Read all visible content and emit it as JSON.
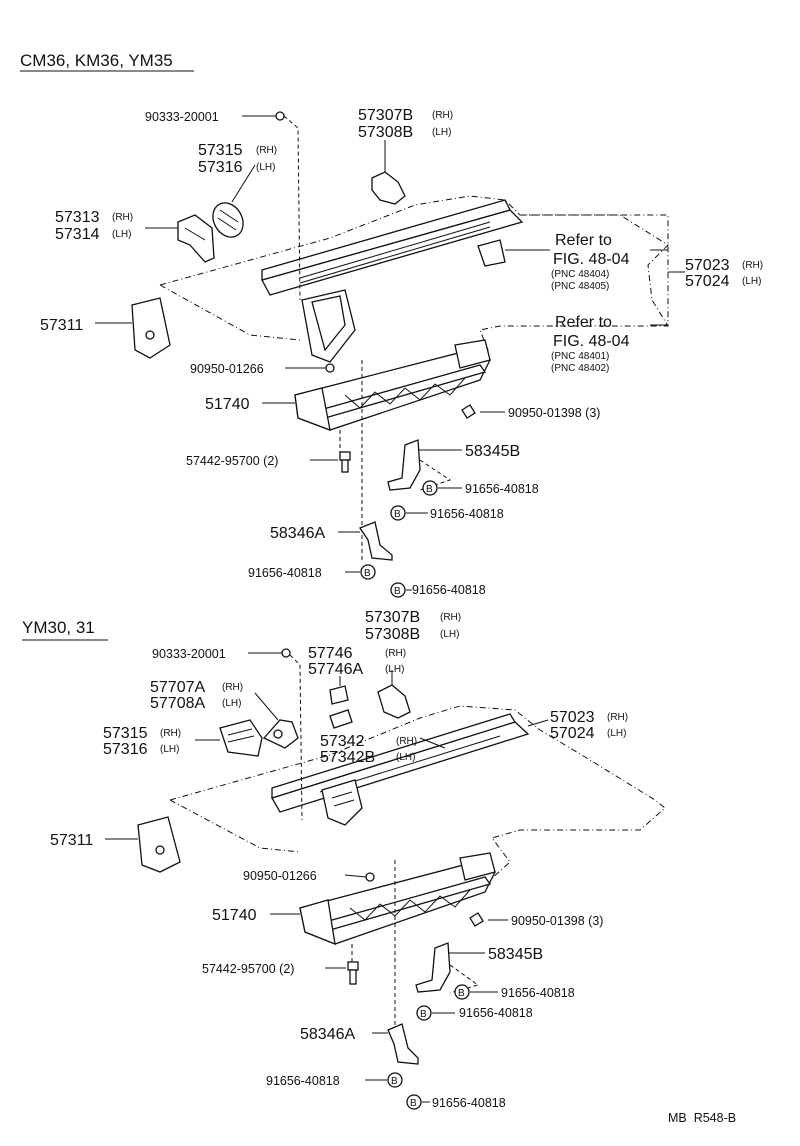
{
  "sections": {
    "top": {
      "header": "CM36, KM36, YM35",
      "labels": {
        "p90333": "90333-20001",
        "p57307b": "57307B",
        "p57308b": "57308B",
        "p57315": "57315",
        "p57316": "57316",
        "p57313": "57313",
        "p57314": "57314",
        "refer1_a": "Refer to",
        "refer1_b": "FIG. 48-04",
        "refer1_c": "(PNC 48404)",
        "refer1_d": "(PNC 48405)",
        "p57023": "57023",
        "p57024": "57024",
        "refer2_a": "Refer to",
        "refer2_b": "FIG. 48-04",
        "refer2_c": "(PNC 48401)",
        "refer2_d": "(PNC 48402)",
        "p57311": "57311",
        "p90950_01266": "90950-01266",
        "p51740": "51740",
        "p90950_01398": "90950-01398 (3)",
        "p57442": "57442-95700 (2)",
        "p58345b": "58345B",
        "b1": "91656-40818",
        "b2": "91656-40818",
        "p58346a": "58346A",
        "b3": "91656-40818",
        "b4": "91656-40818"
      }
    },
    "bottom": {
      "header": "YM30, 31",
      "labels": {
        "p57307b": "57307B",
        "p57308b": "57308B",
        "p90333": "90333-20001",
        "p57746": "57746",
        "p57746a": "57746A",
        "p57707a": "57707A",
        "p57708a": "57708A",
        "p57315": "57315",
        "p57316": "57316",
        "p57342": "57342",
        "p57342b": "57342B",
        "p57023": "57023",
        "p57024": "57024",
        "p57311": "57311",
        "p90950_01266": "90950-01266",
        "p51740": "51740",
        "p90950_01398": "90950-01398 (3)",
        "p57442": "57442-95700 (2)",
        "p58345b": "58345B",
        "b1": "91656-40818",
        "b2": "91656-40818",
        "p58346a": "58346A",
        "b3": "91656-40818",
        "b4": "91656-40818"
      }
    }
  },
  "side": {
    "rh": "(RH)",
    "lh": "(LH)"
  },
  "bolt_letter": "B",
  "footer": "MB  R548-B"
}
